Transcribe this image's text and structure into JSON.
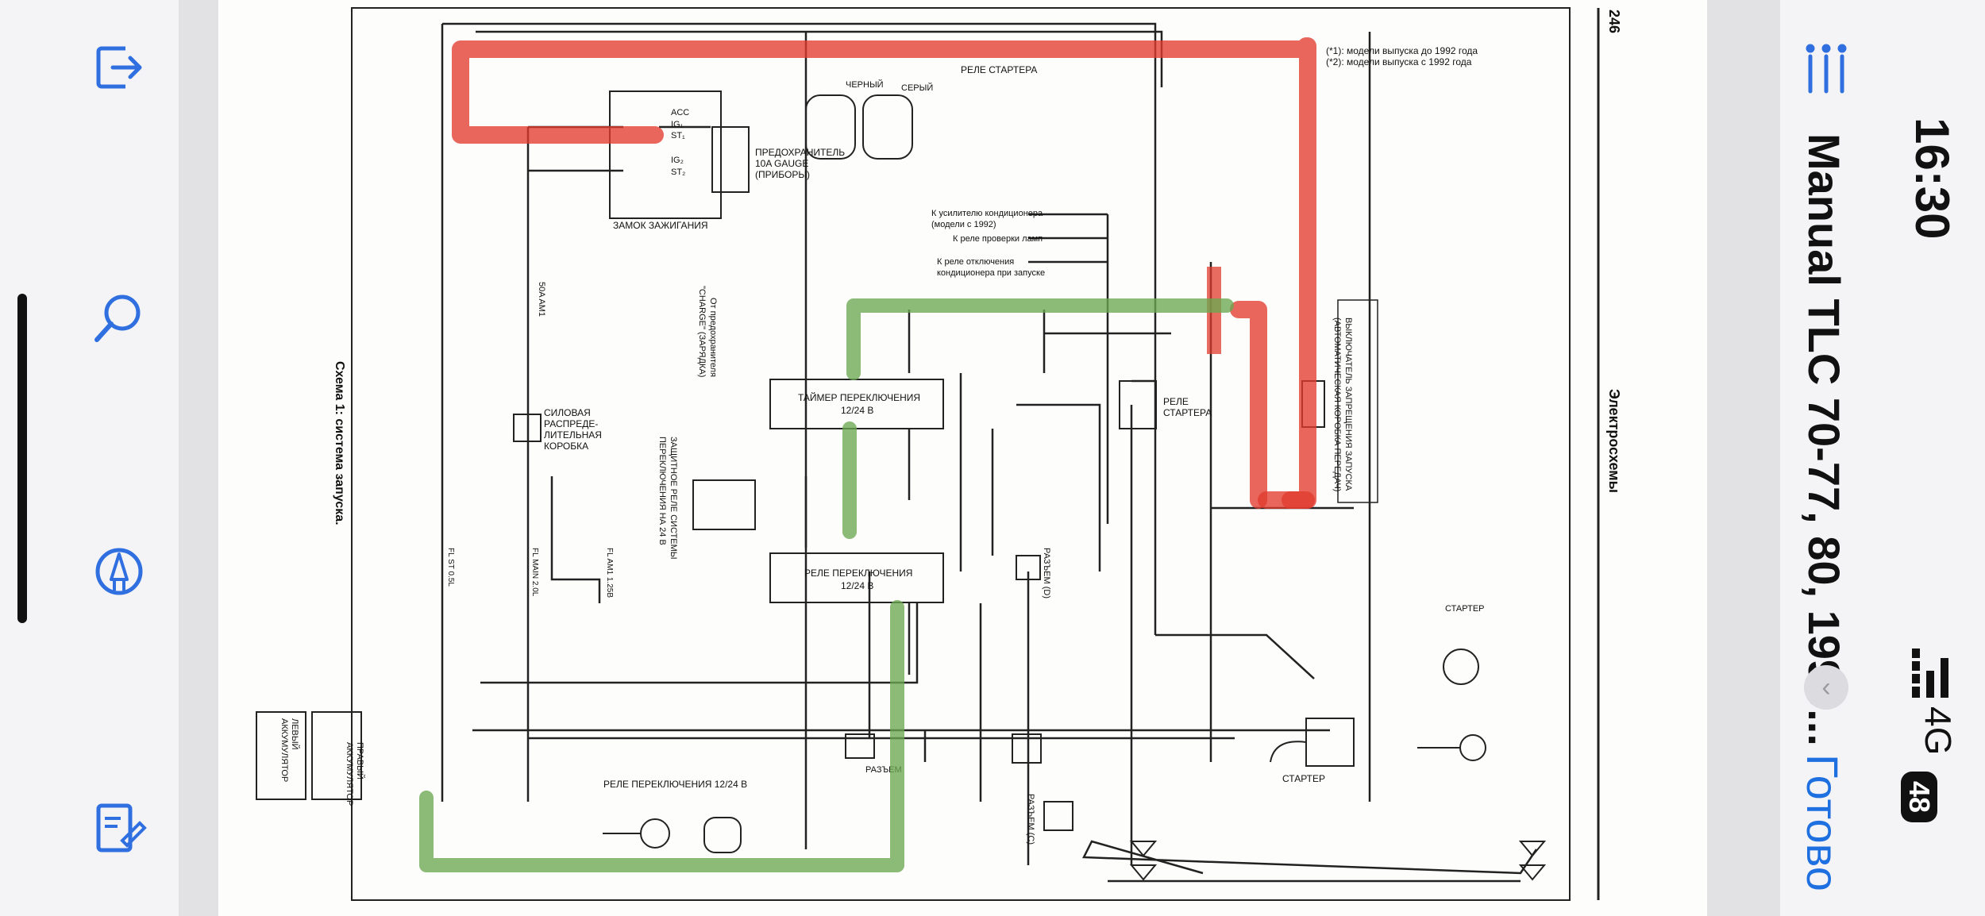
{
  "app": {
    "title": "Manual TLC 70-77, 80, 1990...",
    "done_label": "Готово",
    "time": "16:30",
    "carrier": "4G",
    "battery": "48"
  },
  "toolbar": {
    "icons": [
      "share-icon",
      "search-icon",
      "markup-icon",
      "sign-form-icon"
    ]
  },
  "page": {
    "number": "246",
    "section": "Электросхемы",
    "caption": "Схема 1: система запуска.",
    "notes": [
      "(*1): модели выпуска до 1992 года",
      "(*2): модели выпуска с 1992 года"
    ],
    "components": {
      "ignition": "ЗАМОК ЗАЖИГАНИЯ",
      "fuse_gauge": [
        "ПРЕДОХРАНИТЕЛЬ",
        "10A GAUGE",
        "(ПРИБОРЫ)"
      ],
      "starter_relay_top": "РЕЛЕ СТАРТЕРА",
      "relay_black": "ЧЕРНЫЙ",
      "relay_gray": "СЕРЫЙ",
      "timer": [
        "ТАЙМЕР ПЕРЕКЛЮЧЕНИЯ",
        "12/24 В"
      ],
      "switch_relay": [
        "РЕЛЕ ПЕРЕКЛЮЧЕНИЯ",
        "12/24 В"
      ],
      "starter_relay": [
        "РЕЛЕ",
        "СТАРТЕРА"
      ],
      "power_box": [
        "СИЛОВАЯ",
        "РАСПРЕДЕ-",
        "ЛИТЕЛЬНАЯ",
        "КОРОБКА"
      ],
      "starter": "СТАРТЕР",
      "starter_conn": "СТАРТЕР",
      "connector": "РАЗЪЕМ",
      "connector_c": "РАЗЪЕМ (C)",
      "connector_d": "РАЗЪЕМ (D)",
      "relay_conn_label": "РЕЛЕ ПЕРЕКЛЮЧЕНИЯ 12/24 В",
      "left_battery": [
        "ЛЕВЫЙ",
        "АККУМУЛЯТОР"
      ],
      "right_battery": [
        "ПРАВЫЙ",
        "АККУМУЛЯТОР"
      ],
      "protect_relay": [
        "ЗАЩИТНОЕ РЕЛЕ СИСТЕМЫ",
        "ПЕРЕКЛЮЧЕНИЯ НА 24 В"
      ],
      "charge": [
        "От предохранителя",
        "\"CHARGE\" (ЗАРЯДКА)"
      ],
      "ac_amp": [
        "К усилителю кондиционера",
        "(модели с 1992)"
      ],
      "lamp_relay": "К реле проверки ламп",
      "ac_cut": [
        "К реле отключения",
        "кондиционера при запуске"
      ],
      "neutral_switch": [
        "ВЫКЛЮЧАТЕЛЬ ЗАПРЕЩЕНИЯ ЗАПУСКА",
        "(АВТОМАТИЧЕСКАЯ КОРОБКА ПЕРЕДАЧ)"
      ],
      "fuses": [
        "FL ST 0.5L",
        "FL MAIN 2.0L",
        "FL AM1 1.25B",
        "50A AM1"
      ]
    }
  }
}
